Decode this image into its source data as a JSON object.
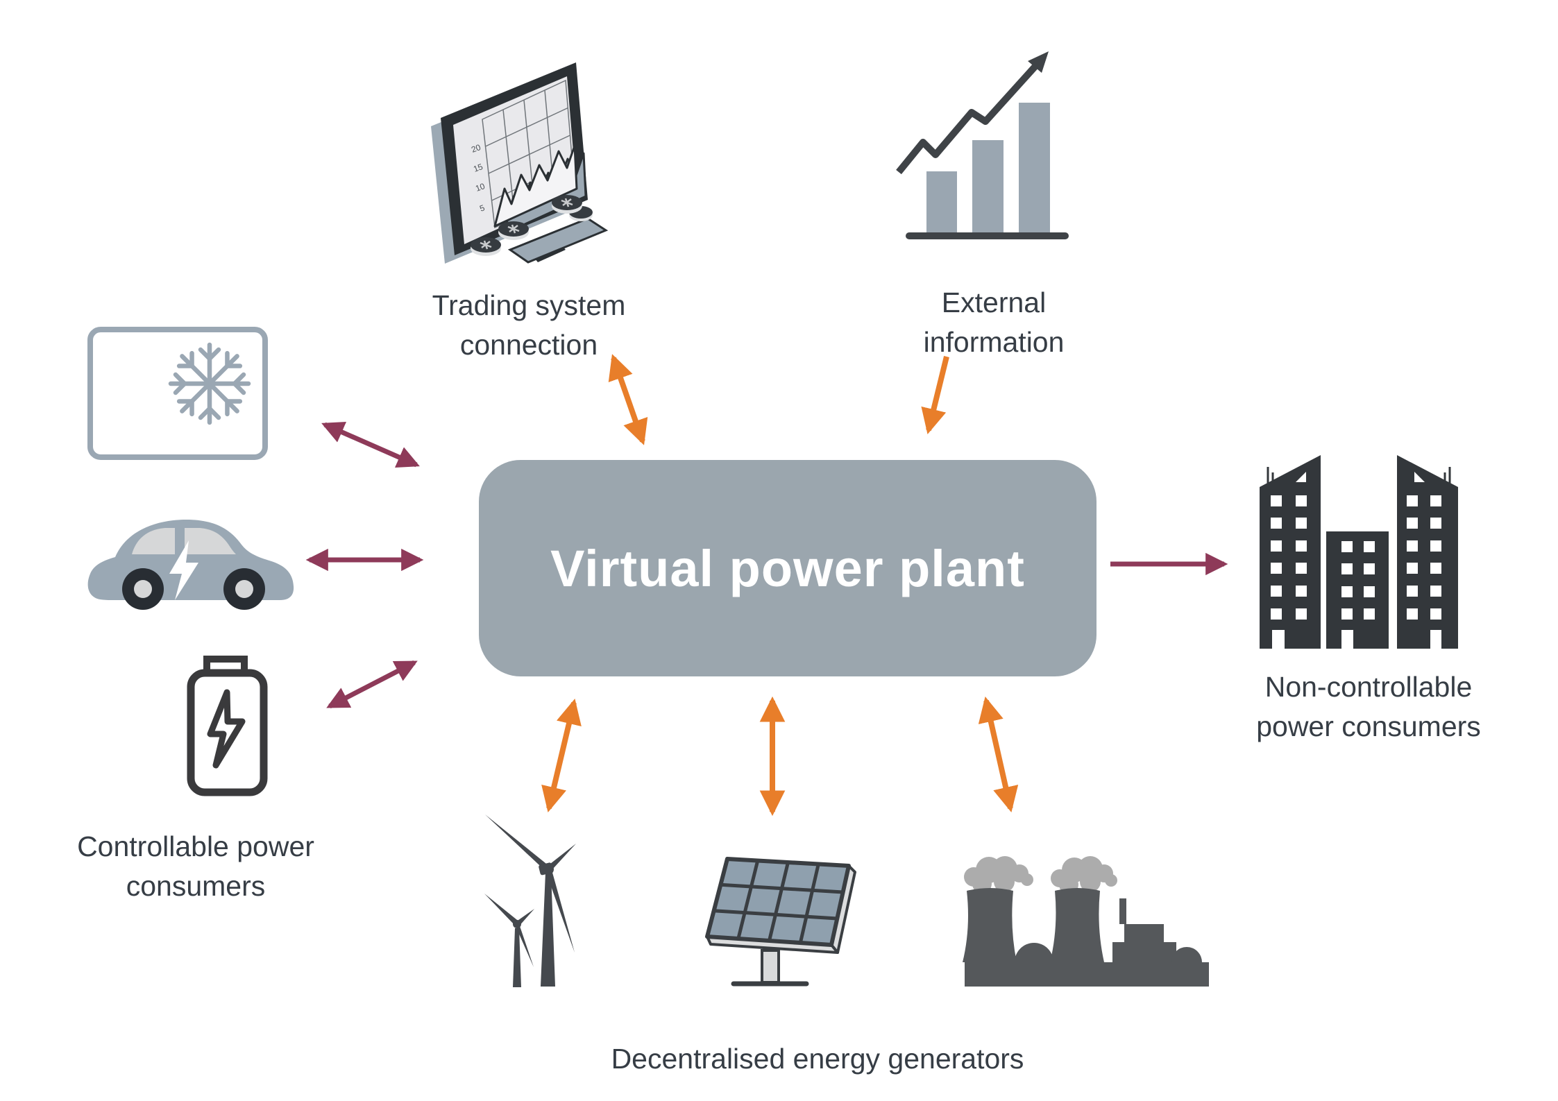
{
  "diagram": {
    "title": "Virtual power plant",
    "labels": {
      "trading": [
        "Trading system",
        "connection"
      ],
      "external": [
        "External",
        "information"
      ],
      "controllable": [
        "Controllable power",
        "consumers"
      ],
      "non_controllable": [
        "Non-controllable",
        "power consumers"
      ],
      "generators": [
        "Decentralised energy generators"
      ]
    },
    "monitor_axis_labels": [
      "20",
      "15",
      "10",
      "5"
    ],
    "icons": [
      "trading-system-monitor-icon",
      "growth-chart-icon",
      "freezer-icon",
      "electric-car-icon",
      "battery-icon",
      "city-buildings-icon",
      "wind-turbines-icon",
      "solar-panel-icon",
      "power-plant-icon"
    ],
    "colors": {
      "vpp_box": "#9BA6AE",
      "title_text": "#FFFFFF",
      "label_text": "#363D45",
      "orange_arrow": "#E87E2A",
      "maroon_arrow": "#8E3A59",
      "icon_bluegray": "#9AA8B4",
      "icon_dark": "#34383C",
      "plant_gray": "#55585B",
      "smoke_gray": "#ACACAC"
    },
    "connections": [
      {
        "from": "trading-system",
        "to": "virtual-power-plant",
        "direction": "bidirectional",
        "color": "orange"
      },
      {
        "from": "external-information",
        "to": "virtual-power-plant",
        "direction": "one-way",
        "color": "orange"
      },
      {
        "from": "freezer",
        "to": "virtual-power-plant",
        "direction": "bidirectional",
        "color": "maroon"
      },
      {
        "from": "electric-car",
        "to": "virtual-power-plant",
        "direction": "bidirectional",
        "color": "maroon"
      },
      {
        "from": "battery",
        "to": "virtual-power-plant",
        "direction": "bidirectional",
        "color": "maroon"
      },
      {
        "from": "virtual-power-plant",
        "to": "non-controllable-consumers",
        "direction": "one-way",
        "color": "maroon"
      },
      {
        "from": "virtual-power-plant",
        "to": "wind-turbines",
        "direction": "bidirectional",
        "color": "orange"
      },
      {
        "from": "virtual-power-plant",
        "to": "solar-panel",
        "direction": "bidirectional",
        "color": "orange"
      },
      {
        "from": "virtual-power-plant",
        "to": "power-plant",
        "direction": "bidirectional",
        "color": "orange"
      }
    ]
  }
}
